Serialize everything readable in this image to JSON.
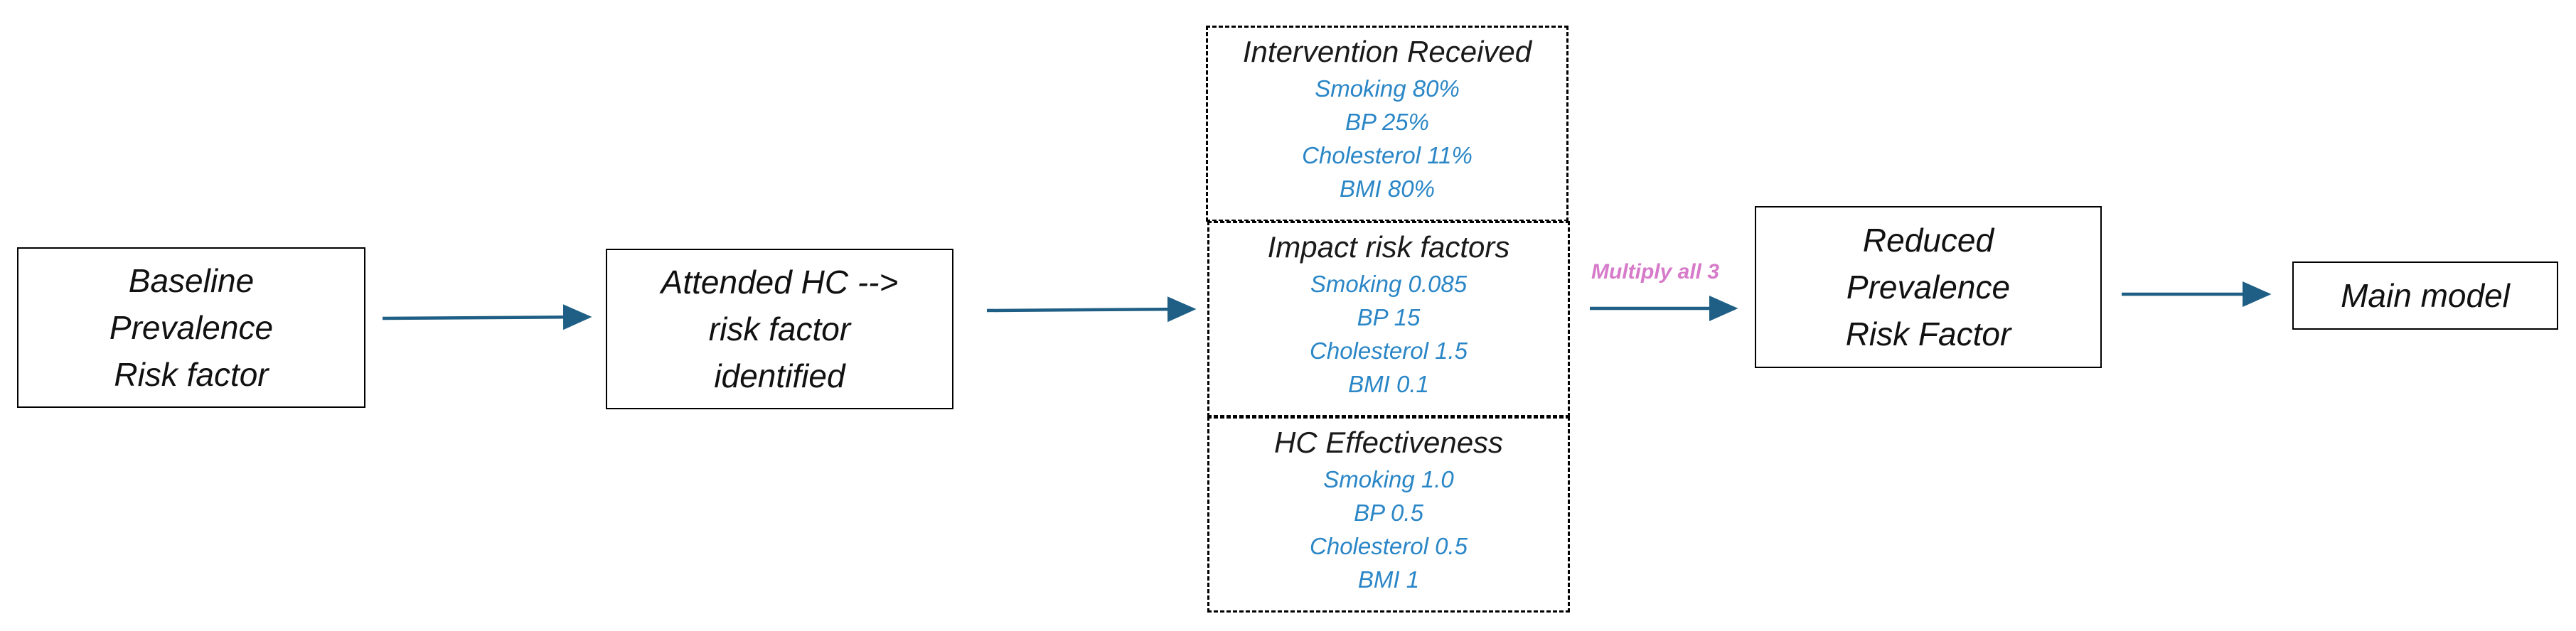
{
  "nodes": {
    "baseline": {
      "lines": [
        "Baseline",
        "Prevalence",
        "Risk factor"
      ]
    },
    "attended": {
      "lines": [
        "Attended HC -->",
        "risk factor",
        "identified"
      ]
    },
    "reduced": {
      "lines": [
        "Reduced",
        "Prevalence",
        "Risk Factor"
      ]
    },
    "main_model": {
      "label": "Main model"
    }
  },
  "panels": {
    "intervention": {
      "title": "Intervention Received",
      "items": [
        "Smoking 80%",
        "BP 25%",
        "Cholesterol 11%",
        "BMI 80%"
      ]
    },
    "impact": {
      "title": "Impact risk factors",
      "items": [
        "Smoking 0.085",
        "BP 15",
        "Cholesterol 1.5",
        "BMI 0.1"
      ]
    },
    "effectiveness": {
      "title": "HC Effectiveness",
      "items": [
        "Smoking 1.0",
        "BP 0.5",
        "Cholesterol 0.5",
        "BMI 1"
      ]
    }
  },
  "edges": {
    "multiply_label": "Multiply all 3"
  },
  "colors": {
    "arrow": "#1f5f85",
    "item_text": "#2a86c6",
    "multiply_label": "#d67ac9",
    "border": "#000000"
  }
}
